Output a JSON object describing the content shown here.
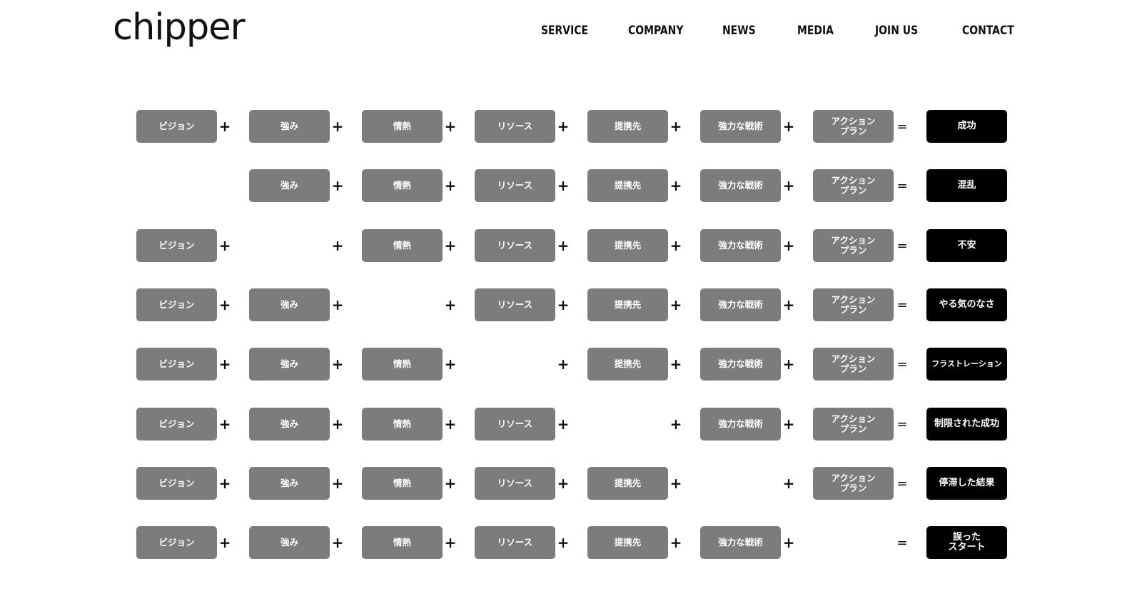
{
  "header": {
    "logo": "chipper",
    "nav": [
      "SERVICE",
      "COMPANY",
      "NEWS",
      "MEDIA",
      "JOIN US",
      "CONTACT"
    ]
  },
  "labels": {
    "vision": "ビジョン",
    "strength": "強み",
    "passion": "情熱",
    "resource": "リソース",
    "partner": "提携先",
    "strategy": "強力な戦術",
    "action": "アクション\nプラン",
    "plus": "+",
    "equals": "="
  },
  "rows": [
    {
      "missing": null,
      "result": "成功"
    },
    {
      "missing": 0,
      "result": "混乱"
    },
    {
      "missing": 1,
      "result": "不安"
    },
    {
      "missing": 2,
      "result": "やる気のなさ"
    },
    {
      "missing": 3,
      "result": "フラストレーション"
    },
    {
      "missing": 4,
      "result": "制限された成功"
    },
    {
      "missing": 5,
      "result": "停滞した結果"
    },
    {
      "missing": 6,
      "result": "誤った\nスタート"
    }
  ],
  "colors": {
    "element_box": "#7c7c7c",
    "result_box": "#000000",
    "text": "#111111"
  }
}
